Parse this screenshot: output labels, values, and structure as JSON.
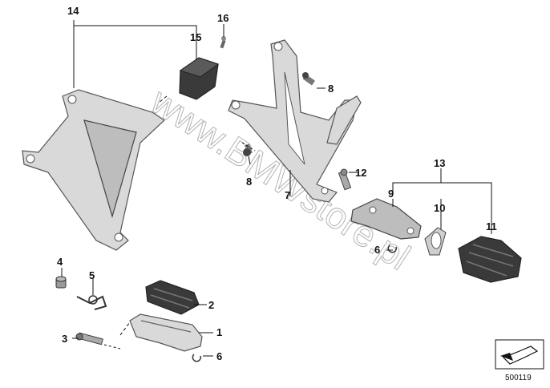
{
  "callouts": {
    "c14": "14",
    "c16": "16",
    "c15": "15",
    "c8a": "8",
    "c8b": "8",
    "c12": "12",
    "c7": "7",
    "c13": "13",
    "c9": "9",
    "c10": "10",
    "c11": "11",
    "c6a": "6",
    "c4": "4",
    "c5": "5",
    "c2": "2",
    "c3": "3",
    "c1": "1",
    "c6b": "6"
  },
  "watermark": "www.BMWstore.pl",
  "diagram_id": "500119",
  "colors": {
    "part_light": "#d9d9d9",
    "part_dark": "#3a3a3a",
    "lines": "#111111"
  },
  "icons": {
    "corner_badge": "arrow-icon"
  }
}
